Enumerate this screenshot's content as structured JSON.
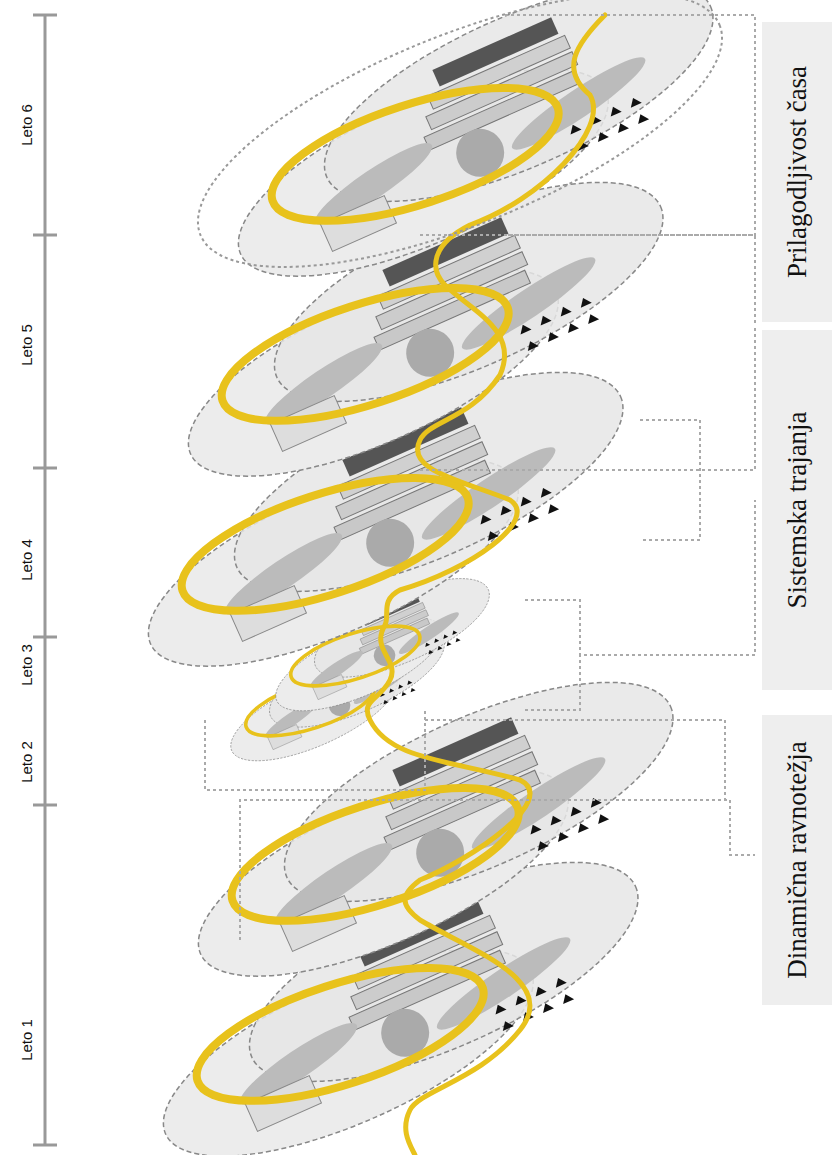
{
  "diagram": {
    "nodes": [
      {
        "text": [
          "Dinamična ravnotežja"
        ]
      },
      {
        "text": [
          "Sistemska trajanja"
        ]
      },
      {
        "text": [
          "Prilagodljivost časa"
        ]
      }
    ],
    "labels": [
      "Leto 1",
      "Leto 2",
      "Leto 3",
      "Leto 4",
      "Leto 5",
      "Leto 6"
    ]
  }
}
